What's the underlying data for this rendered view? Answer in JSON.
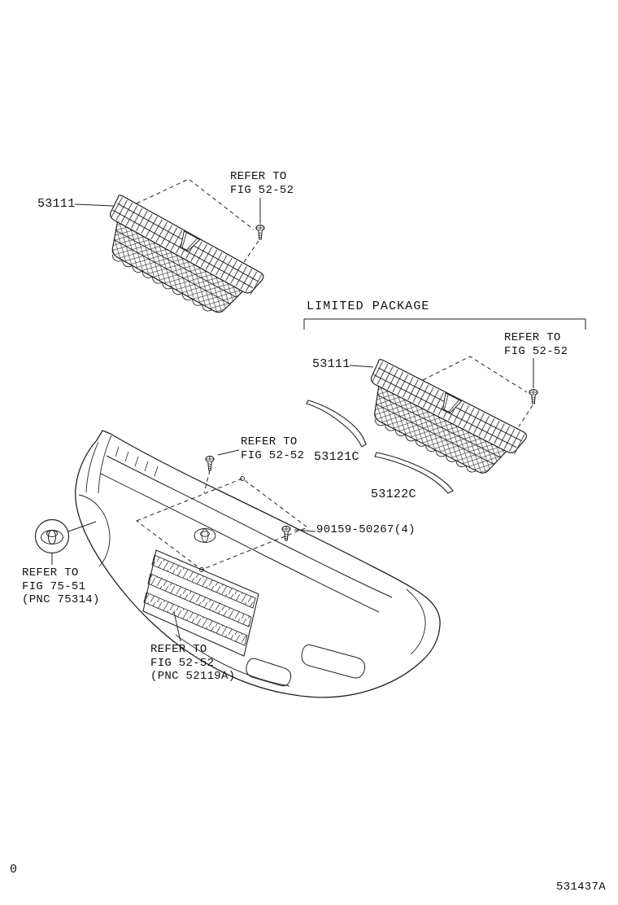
{
  "colors": {
    "ink": "#1a1a1a",
    "paper": "#ffffff"
  },
  "footer": {
    "page_number": "0",
    "figure_code": "531437A"
  },
  "sections": {
    "limited_package_label": "LIMITED PACKAGE"
  },
  "parts": {
    "grille_main": {
      "number": "53111"
    },
    "grille_limited": {
      "number": "53111"
    },
    "molding_upper": {
      "number": "53121C"
    },
    "molding_lower": {
      "number": "53122C"
    },
    "screw": {
      "number": "90159-50267(4)"
    }
  },
  "references": {
    "fig_52_52_grille_main": "REFER TO\nFIG 52-52",
    "fig_52_52_grille_limited": "REFER TO\nFIG 52-52",
    "fig_52_52_bumper_clip": "REFER TO\nFIG 52-52",
    "fig_75_51_emblem": "REFER TO\nFIG 75-51\n(PNC 75314)",
    "fig_52_52_bumper": "REFER TO\nFIG 52-52\n(PNC 52119A)"
  }
}
